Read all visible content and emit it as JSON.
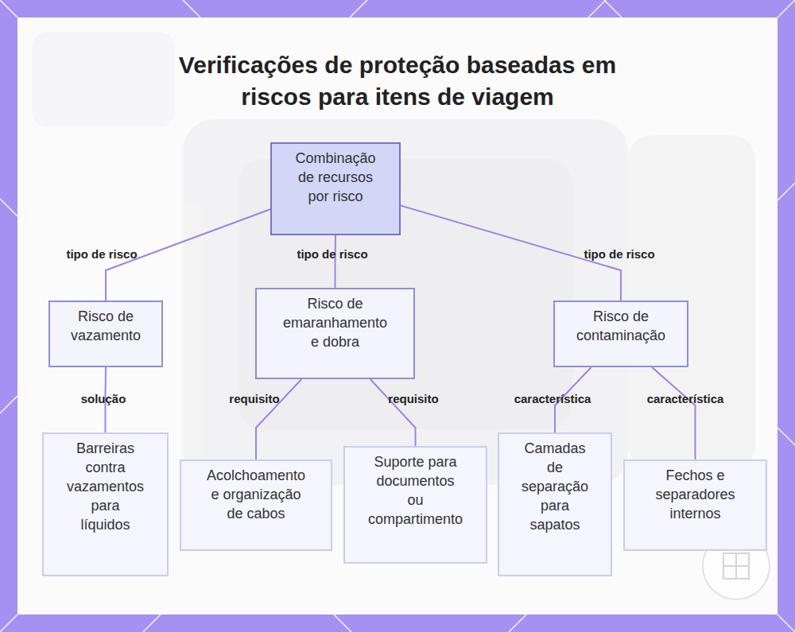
{
  "diagram": {
    "title": "Verificações de proteção baseadas em riscos para itens de viagem",
    "nodes": [
      {
        "text": [
          "Combinação de recursos por risco"
        ]
      },
      {
        "text": [
          "Risco de vazamento"
        ]
      },
      {
        "text": [
          "Risco de emaranhamento e dobra"
        ]
      },
      {
        "text": [
          "Risco de contaminação"
        ]
      },
      {
        "text": [
          "Barreiras contra vazamentos para líquidos"
        ]
      },
      {
        "text": [
          "Acolchoamento e organização de cabos"
        ]
      },
      {
        "text": [
          "Suporte para documentos ou compartimento"
        ]
      },
      {
        "text": [
          "Camadas de separação para sapatos"
        ]
      },
      {
        "text": [
          "Fechos e separadores internos"
        ]
      }
    ],
    "edges": [
      {
        "from": 0,
        "to": 1,
        "label": "tipo de risco",
        "arrow": "none"
      },
      {
        "from": 0,
        "to": 2,
        "label": "tipo de risco",
        "arrow": "none"
      },
      {
        "from": 0,
        "to": 3,
        "label": "tipo de risco",
        "arrow": "none"
      },
      {
        "from": 1,
        "to": 4,
        "label": "solução",
        "arrow": "none"
      },
      {
        "from": 2,
        "to": 5,
        "label": "requisito",
        "arrow": "none"
      },
      {
        "from": 2,
        "to": 6,
        "label": "requisito",
        "arrow": "none"
      },
      {
        "from": 3,
        "to": 7,
        "label": "característica",
        "arrow": "none"
      },
      {
        "from": 3,
        "to": 8,
        "label": "característica",
        "arrow": "none"
      }
    ]
  }
}
